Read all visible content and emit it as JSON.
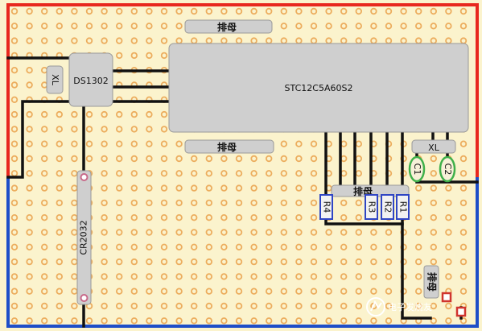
{
  "board": {
    "background": "#fbf3cd",
    "pad_color": "#ecad5e",
    "trace_positive_color": "#e8281e",
    "trace_negative_color": "#1e4ec8",
    "wire_color": "#111111",
    "chip_fill": "#cfcfcf",
    "resistor_color": "#2f45c4",
    "capacitor_color": "#3fb04a"
  },
  "components": {
    "header_top": "排母",
    "header_middle": "排母",
    "header_resistors": "排母",
    "header_side": "排母",
    "rtc_chip": "DS1302",
    "mcu_chip": "STC12C5A60S2",
    "crystal_small": "XL",
    "crystal_main": "XL",
    "battery": "CR2032",
    "cap_1": "C1",
    "cap_2": "C2",
    "res_1": "R1",
    "res_2": "R2",
    "res_3": "R3",
    "res_4": "R4"
  },
  "watermark": {
    "icon": "logo-icon",
    "text": "电子发烧友"
  }
}
